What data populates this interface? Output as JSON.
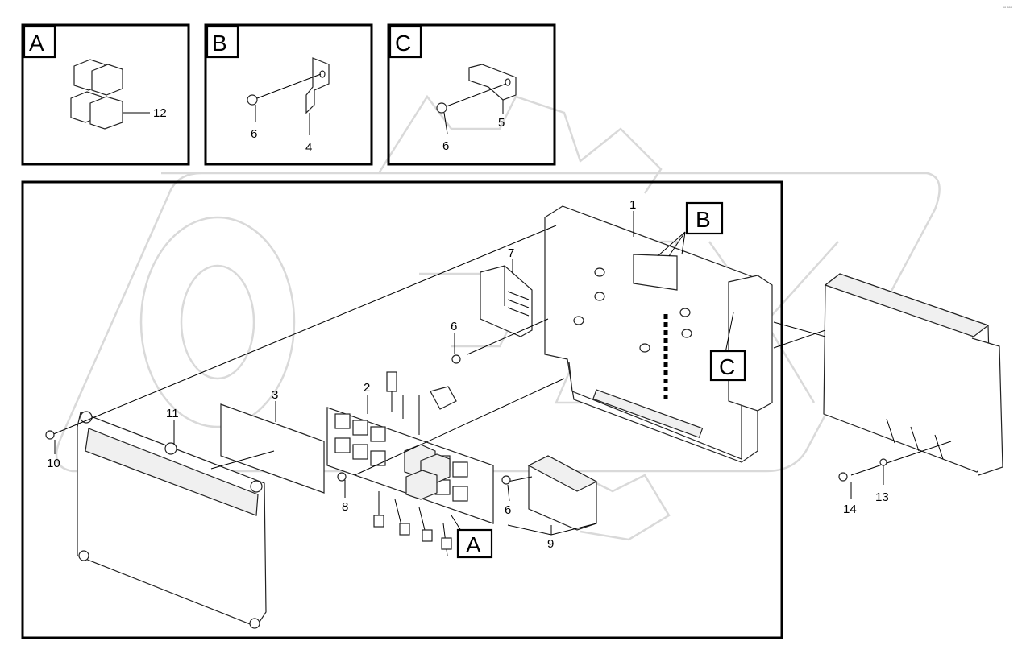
{
  "corner_mark": "ᵒᵒ ᵒᵒᵒ",
  "watermark": "OPEX",
  "detail_boxes": [
    {
      "letter": "A",
      "parts": [
        "12"
      ]
    },
    {
      "letter": "B",
      "parts": [
        "6",
        "4"
      ]
    },
    {
      "letter": "C",
      "parts": [
        "6",
        "5"
      ]
    }
  ],
  "callouts": {
    "c1": "1",
    "c2": "2",
    "c3": "3",
    "c4": "4",
    "c5": "5",
    "c6a": "6",
    "c6b": "6",
    "c6c": "6",
    "c6d": "6",
    "c7": "7",
    "c8": "8",
    "c9": "9",
    "c10": "10",
    "c11": "11",
    "c12": "12",
    "c13": "13",
    "c14": "14"
  },
  "main_labels": {
    "a": "A",
    "b": "B",
    "c": "C"
  }
}
